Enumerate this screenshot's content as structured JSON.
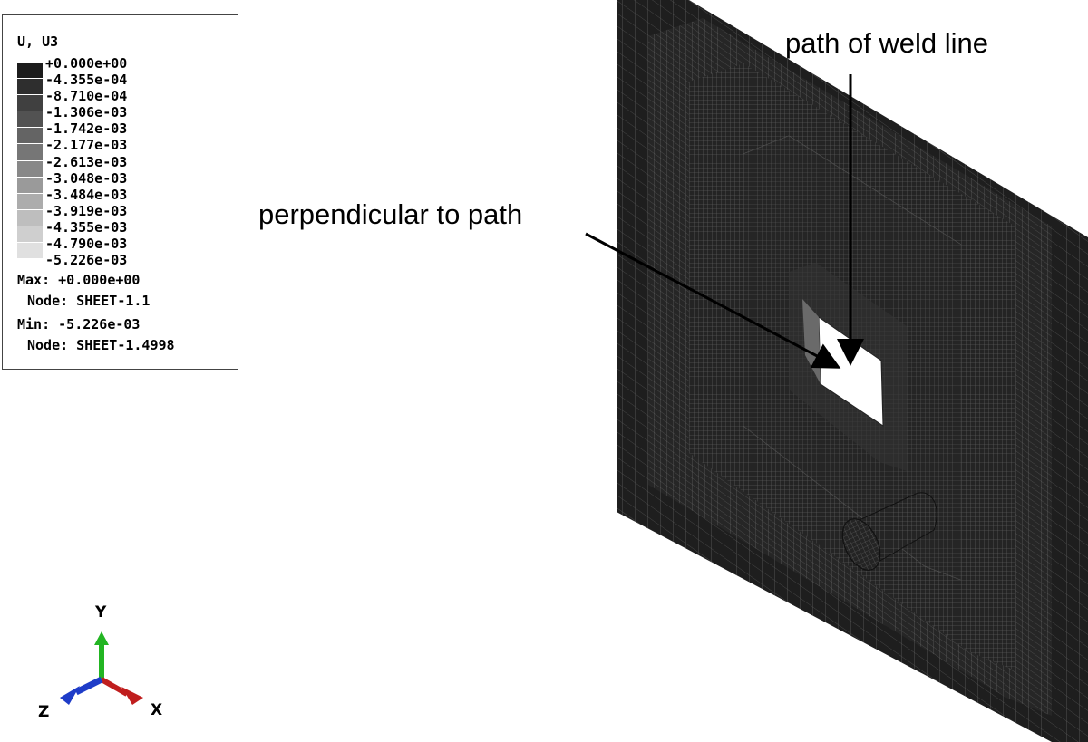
{
  "legend": {
    "title": "U, U3",
    "values": [
      "+0.000e+00",
      "-4.355e-04",
      "-8.710e-04",
      "-1.306e-03",
      "-1.742e-03",
      "-2.177e-03",
      "-2.613e-03",
      "-3.048e-03",
      "-3.484e-03",
      "-3.919e-03",
      "-4.355e-03",
      "-4.790e-03",
      "-5.226e-03"
    ],
    "swatch_colors": [
      "#1c1c1c",
      "#2e2e2e",
      "#404040",
      "#525252",
      "#646464",
      "#767676",
      "#888888",
      "#9a9a9a",
      "#acacac",
      "#bebebe",
      "#cfcfcf",
      "#e0e0e0"
    ],
    "max_label": "Max: +0.000e+00",
    "max_node": "Node: SHEET-1.1",
    "min_label": "Min: -5.226e-03",
    "min_node": "Node: SHEET-1.4998"
  },
  "annotations": {
    "weld": "path of weld line",
    "perpendicular": "perpendicular to path"
  },
  "triad": {
    "y": "Y",
    "x": "X",
    "z": "Z",
    "y_color": "#22b522",
    "x_color": "#c01e1e",
    "z_color": "#1e3cc8"
  }
}
